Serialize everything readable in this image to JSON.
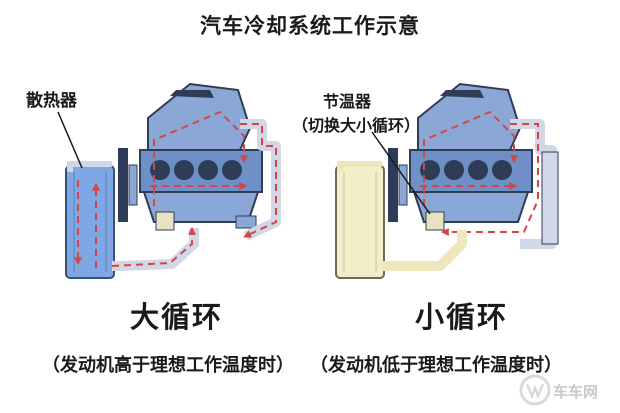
{
  "title": "汽车冷却系统工作示意",
  "labels": {
    "radiator": "散热器",
    "thermostat": "节温器",
    "thermostat_note": "（切换大小循环）"
  },
  "panels": [
    {
      "name": "大循环",
      "caption": "（发动机高于理想工作温度时）"
    },
    {
      "name": "小循环",
      "caption": "（发动机低于理想工作温度时）"
    }
  ],
  "watermark": "车车网",
  "colors": {
    "engine": "#8aa7d6",
    "engine_dark": "#2f3c57",
    "coolant_hot": "#d64545",
    "radiator_active": "#7ea7e3",
    "radiator_inactive": "#f3edc9",
    "pipe_inactive": "#eee6bd"
  }
}
